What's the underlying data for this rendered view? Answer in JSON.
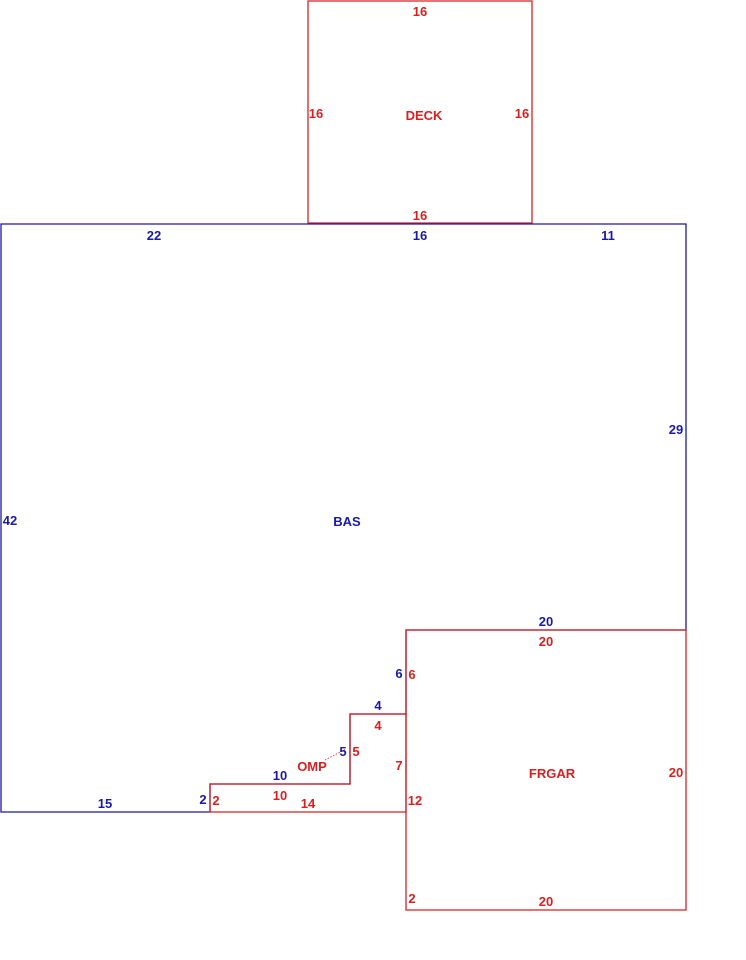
{
  "colors": {
    "bas": "#1a1aa6",
    "overlay": "#d82020"
  },
  "areas": {
    "deck": "DECK",
    "bas": "BAS",
    "omp": "OMP",
    "frgar": "FRGAR"
  },
  "deck": {
    "top": "16",
    "left": "16",
    "right": "16",
    "bottom": "16"
  },
  "bas": {
    "top_left": "22",
    "top_mid": "16",
    "top_right": "11",
    "right": "29",
    "left": "42",
    "bottom": "15",
    "step_bottom": "2",
    "step_top": "10",
    "step_mid": "5",
    "step_inner": "4",
    "step_upper": "6",
    "garage_top": "20"
  },
  "omp": {
    "left": "2",
    "top": "10",
    "bottom": "14",
    "step": "5",
    "inner": "4",
    "side": "7"
  },
  "frgar": {
    "top": "20",
    "left_upper": "6",
    "left_mid": "12",
    "left_lower": "2",
    "right": "20",
    "bottom": "20"
  }
}
